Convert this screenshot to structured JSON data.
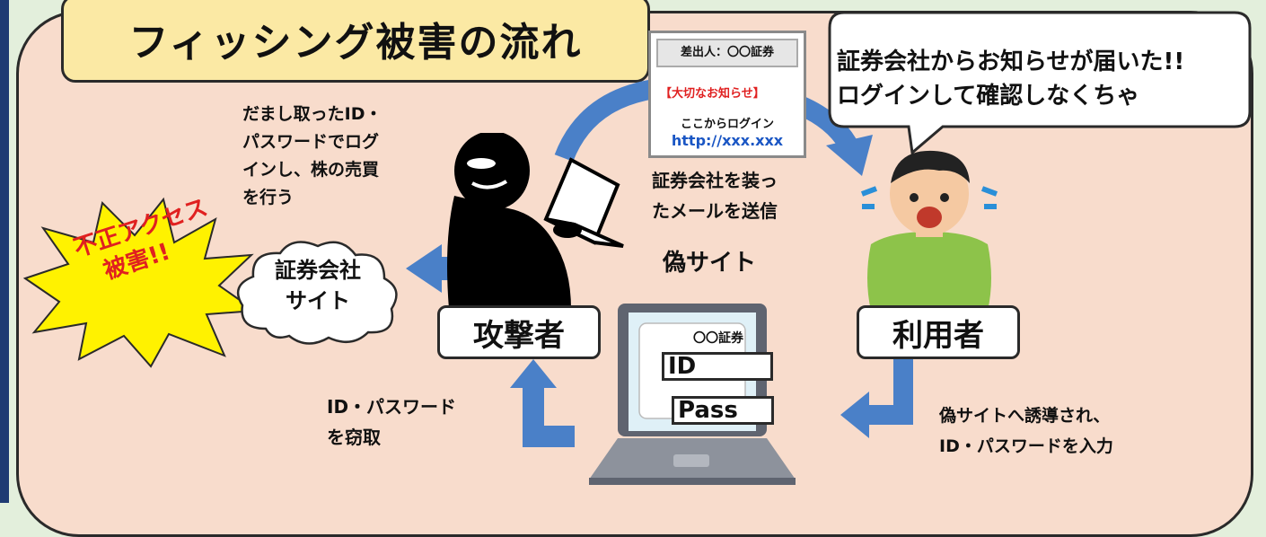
{
  "title": "フィッシング被害の流れ",
  "email": {
    "sender": "差出人：〇〇証券",
    "notice": "【大切なお知らせ】",
    "cta": "ここからログイン",
    "url": "http://xxx.xxx"
  },
  "speech": {
    "line1": "証券会社からお知らせが届いた!!",
    "line2": "ログインして確認しなくちゃ"
  },
  "attacker_desc": [
    "だまし取ったID・",
    "パスワードでログ",
    "インし、株の売買",
    "を行う"
  ],
  "send_mail_caption": [
    "証券会社を装っ",
    "たメールを送信"
  ],
  "fake_site_label": "偽サイト",
  "damage_burst": [
    "不正アクセス",
    "被害!!"
  ],
  "cloud_site": [
    "証券会社",
    "サイト"
  ],
  "attacker_label": "攻撃者",
  "user_label": "利用者",
  "login_form": {
    "title": "〇〇証券",
    "id_value": "ID",
    "pass_value": "Pass"
  },
  "steal_caption": [
    "ID・パスワード",
    "を窃取"
  ],
  "lure_caption": [
    "偽サイトへ誘導され、",
    "ID・パスワードを入力"
  ],
  "colors": {
    "panel": "#f8dccc",
    "title_bg": "#fbe9a4",
    "arrow": "#4a80c8",
    "burst": "#fff200",
    "alert_red": "#e02020",
    "link_blue": "#1a56c4"
  },
  "icons": [
    "attacker-silhouette-icon",
    "user-surprised-icon",
    "laptop-icon",
    "cloud-icon",
    "explosion-icon",
    "arrow-icon"
  ]
}
